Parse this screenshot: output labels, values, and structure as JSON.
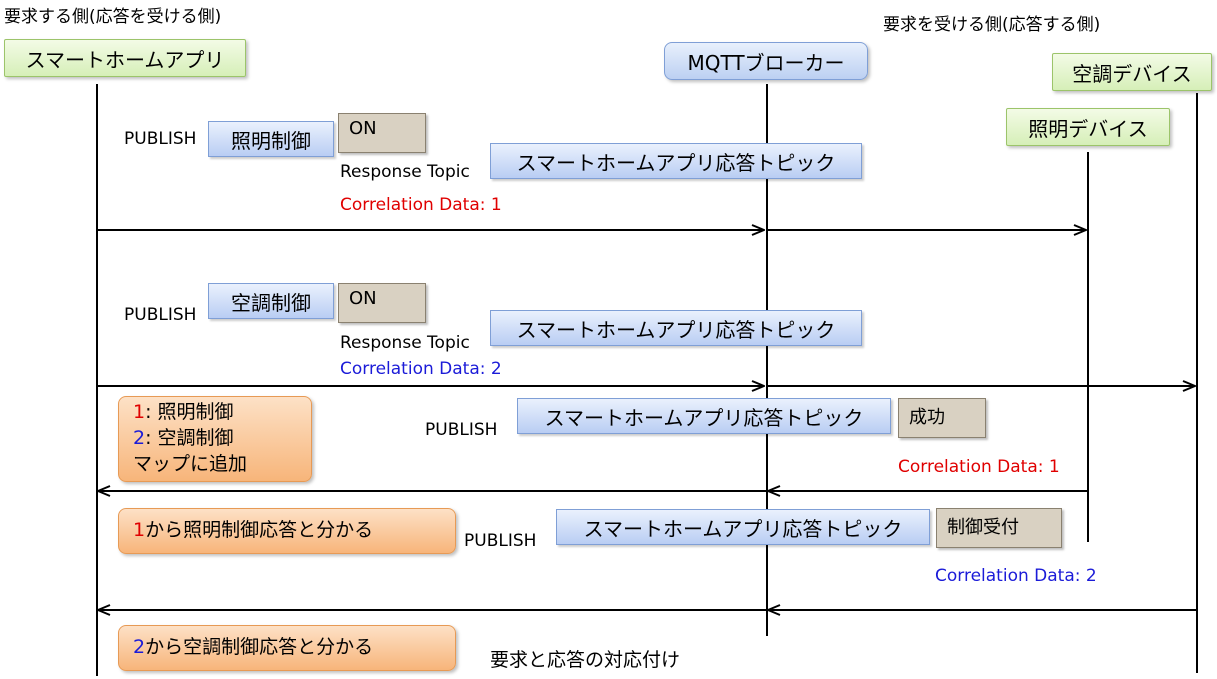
{
  "headers": {
    "left": "要求する側(応答を受ける側)",
    "right": "要求を受ける側(応答する側)"
  },
  "actors": {
    "app": "スマートホームアプリ",
    "broker": "MQTTブローカー",
    "ac": "空調デバイス",
    "light": "照明デバイス"
  },
  "message1": {
    "publish": "PUBLISH",
    "topic": "照明制御",
    "payload": "ON",
    "response_topic_label": "Response Topic",
    "response_topic": "スマートホームアプリ応答トピック",
    "correlation": "Correlation Data: 1"
  },
  "message2": {
    "publish": "PUBLISH",
    "topic": "空調制御",
    "payload": "ON",
    "response_topic_label": "Response Topic",
    "response_topic": "スマートホームアプリ応答トピック",
    "correlation": "Correlation Data: 2"
  },
  "memo_map": {
    "line1_num": "1",
    "line1_text": ": 照明制御",
    "line2_num": "2",
    "line2_text": ": 空調制御",
    "line3": "マップに追加"
  },
  "response1": {
    "publish": "PUBLISH",
    "topic": "スマートホームアプリ応答トピック",
    "payload": "成功",
    "correlation": "Correlation Data: 1"
  },
  "memo_resp1": {
    "num": "1",
    "text": "から照明制御応答と分かる"
  },
  "response2": {
    "publish": "PUBLISH",
    "topic": "スマートホームアプリ応答トピック",
    "payload": "制御受付",
    "correlation": "Correlation Data: 2"
  },
  "memo_resp2": {
    "num": "2",
    "text": "から空調制御応答と分かる"
  },
  "caption": "要求と応答の対応付け",
  "colors": {
    "corr1": "#e00000",
    "corr2": "#1b1bd8"
  }
}
